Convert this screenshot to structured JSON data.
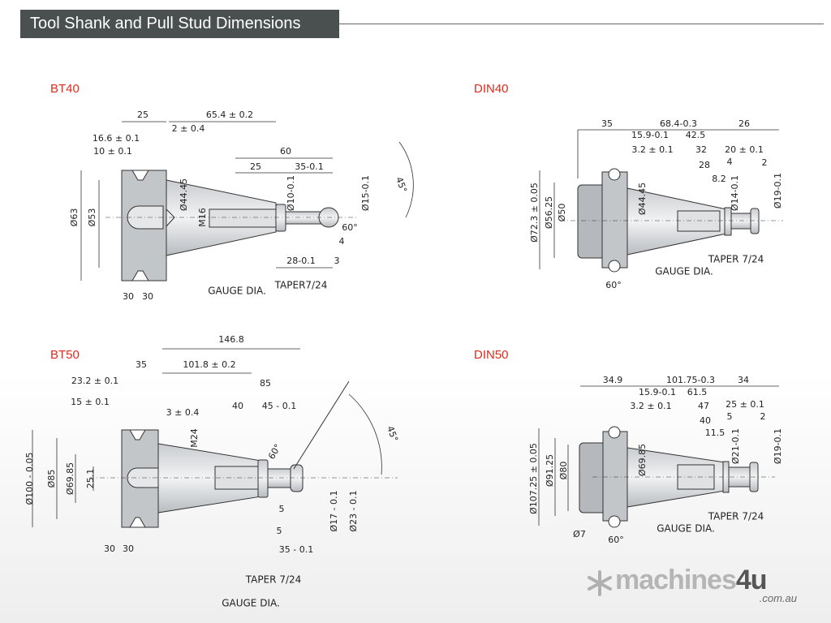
{
  "header": {
    "title": "Tool Shank and Pull Stud Dimensions"
  },
  "bt40": {
    "title": "BT40",
    "labels": [
      "25",
      "65.4 ± 0.2",
      "2 ± 0.4",
      "16.6 ± 0.1",
      "10 ± 0.1",
      "60",
      "25",
      "35-0.1",
      "Ø63",
      "Ø53",
      "Ø44.45",
      "M16",
      "Ø10-0.1",
      "Ø15-0.1",
      "45°",
      "60°",
      "4",
      "28-0.1",
      "3",
      "GAUGE DIA.",
      "TAPER7/24",
      "30",
      "30"
    ]
  },
  "din40": {
    "title": "DIN40",
    "labels": [
      "35",
      "68.4-0.3",
      "26",
      "15.9-0.1",
      "42.5",
      "3.2 ± 0.1",
      "32",
      "20 ± 0.1",
      "28",
      "4",
      "2",
      "8.2",
      "Ø14-0.1",
      "Ø19-0.1",
      "Ø72.3 ± 0.05",
      "Ø56.25",
      "Ø50",
      "Ø44.45",
      "TAPER 7/24",
      "GAUGE DIA.",
      "60°"
    ]
  },
  "bt50": {
    "title": "BT50",
    "labels": [
      "146.8",
      "35",
      "101.8 ± 0.2",
      "23.2 ± 0.1",
      "85",
      "15 ± 0.1",
      "40",
      "45 - 0.1",
      "3 ± 0.4",
      "M24",
      "Ø100 - 0.05",
      "Ø85",
      "Ø69.85",
      "25.1",
      "60°",
      "45°",
      "5",
      "5",
      "35 - 0.1",
      "Ø17 - 0.1",
      "Ø23 - 0.1",
      "30",
      "30",
      "TAPER 7/24",
      "GAUGE DIA."
    ]
  },
  "din50": {
    "title": "DIN50",
    "labels": [
      "34.9",
      "101.75-0.3",
      "34",
      "15.9-0.1",
      "61.5",
      "3.2 ± 0.1",
      "47",
      "25 ± 0.1",
      "40",
      "5",
      "2",
      "11.5",
      "Ø21-0.1",
      "Ø19-0.1",
      "Ø107.25 ± 0.05",
      "Ø91.25",
      "Ø80",
      "Ø69.85",
      "TAPER 7/24",
      "GAUGE DIA.",
      "Ø7",
      "60°"
    ]
  },
  "logo": {
    "name": "machines",
    "accent": "4u",
    "domain": ".com.au"
  }
}
